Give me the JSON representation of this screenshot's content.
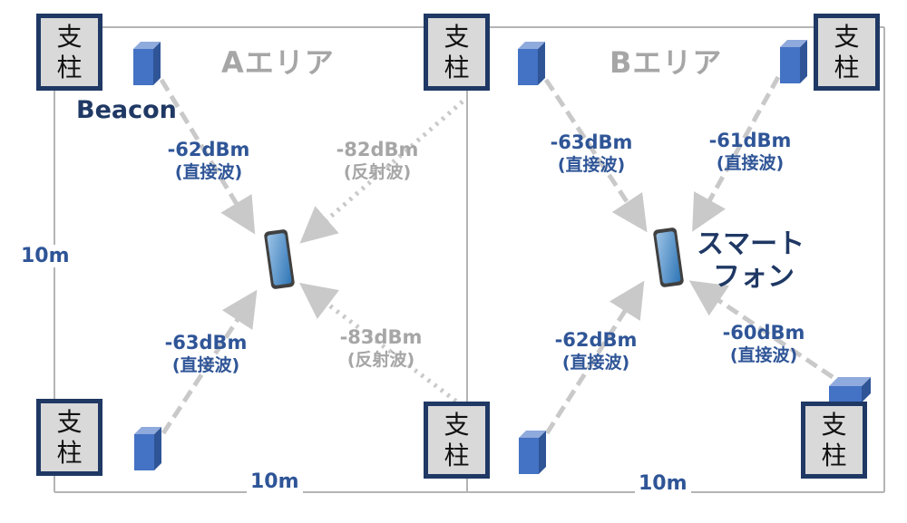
{
  "areas": {
    "a": "Aエリア",
    "b": "Bエリア"
  },
  "pillar": {
    "line1": "支",
    "line2": "柱"
  },
  "beacon_label": "Beacon",
  "smartphone": {
    "line1": "スマート",
    "line2": "フォン"
  },
  "dimensions": {
    "vertical": "10m",
    "horizontal_a": "10m",
    "horizontal_b": "10m"
  },
  "signals": {
    "a_top_left": {
      "rssi": "-62dBm",
      "kind": "(直接波)"
    },
    "a_top_mid": {
      "rssi": "-82dBm",
      "kind": "(反射波)"
    },
    "a_bottom_left": {
      "rssi": "-63dBm",
      "kind": "(直接波)"
    },
    "a_bottom_mid": {
      "rssi": "-83dBm",
      "kind": "(反射波)"
    },
    "b_top_mid": {
      "rssi": "-63dBm",
      "kind": "(直接波)"
    },
    "b_top_right": {
      "rssi": "-61dBm",
      "kind": "(直接波)"
    },
    "b_bottom_mid": {
      "rssi": "-62dBm",
      "kind": "(直接波)"
    },
    "b_bottom_right": {
      "rssi": "-60dBm",
      "kind": "(直接波)"
    }
  },
  "colors": {
    "pillar_fill": "#d9d9d9",
    "pillar_border": "#1f3864",
    "beacon": "#4472c4",
    "direct_signal": "#2f5597",
    "reflected_signal": "#a6a6a6",
    "arrow": "#c9c9c9",
    "phone": "#5b9bd5"
  }
}
